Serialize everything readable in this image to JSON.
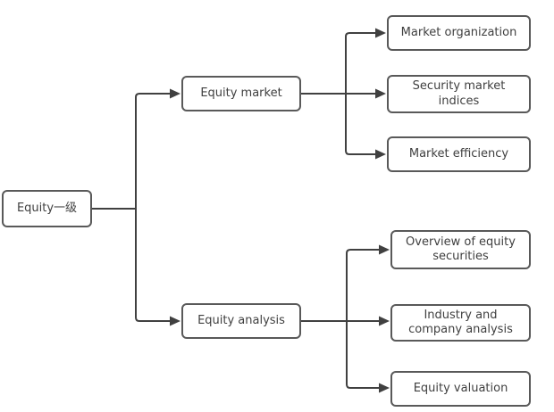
{
  "diagram": {
    "root": {
      "label": "Equity一级"
    },
    "branches": [
      {
        "label": "Equity market",
        "children": [
          {
            "label": "Market organization"
          },
          {
            "label": "Security market indices"
          },
          {
            "label": "Market efficiency"
          }
        ]
      },
      {
        "label": "Equity analysis",
        "children": [
          {
            "label": "Overview of equity securities"
          },
          {
            "label": "Industry and company analysis"
          },
          {
            "label": "Equity valuation"
          }
        ]
      }
    ],
    "colors": {
      "line": "#404040",
      "box_border": "#595959",
      "text": "#3f3f3f",
      "background": "#ffffff"
    }
  }
}
